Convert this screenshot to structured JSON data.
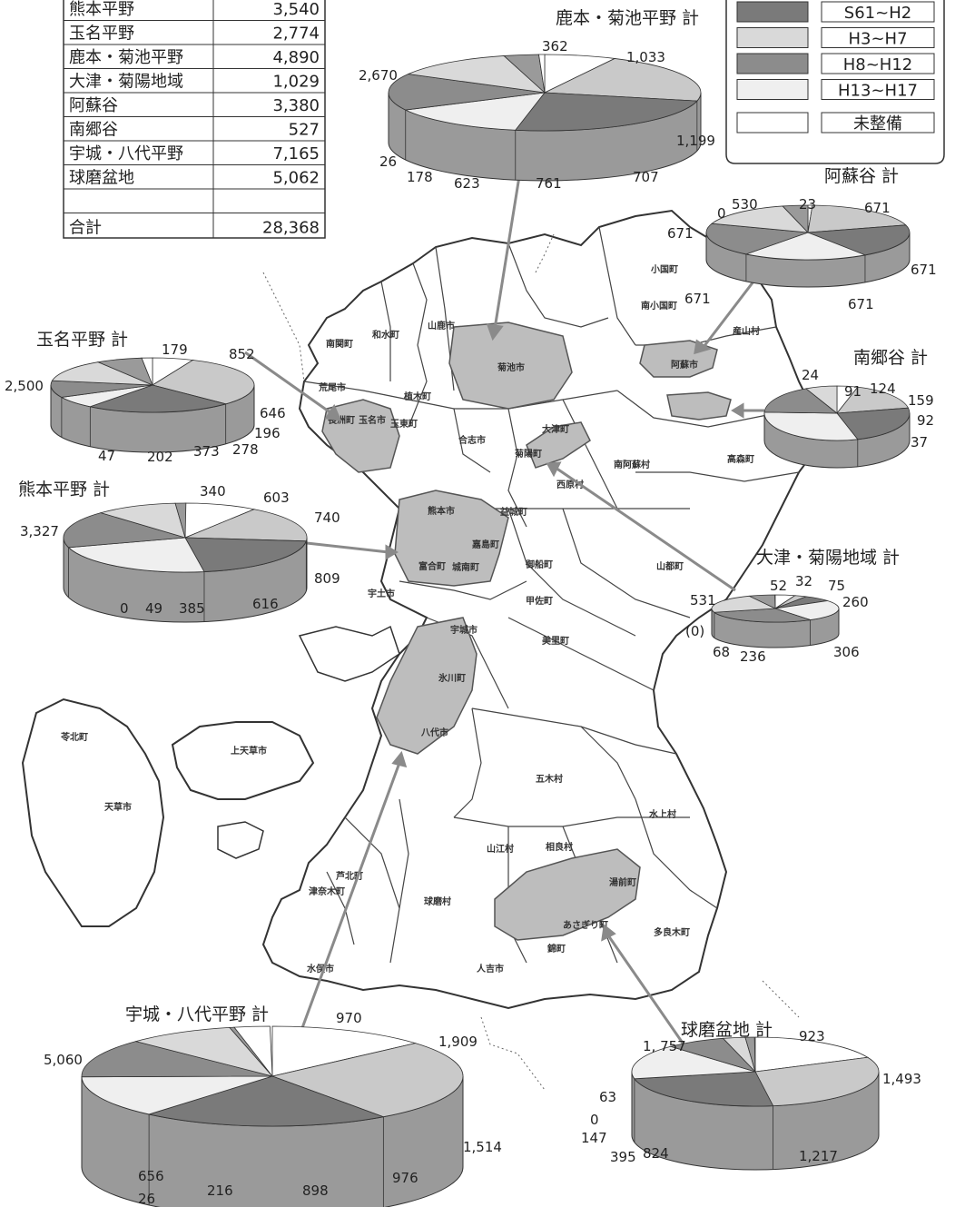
{
  "summary_table": {
    "rows": [
      {
        "name": "熊本平野",
        "value": "3,540"
      },
      {
        "name": "玉名平野",
        "value": "2,774"
      },
      {
        "name": "鹿本・菊池平野",
        "value": "4,890"
      },
      {
        "name": "大津・菊陽地域",
        "value": "1,029"
      },
      {
        "name": "阿蘇谷",
        "value": "3,380"
      },
      {
        "name": "南郷谷",
        "value": "527"
      },
      {
        "name": "宇城・八代平野",
        "value": "7,165"
      },
      {
        "name": "球磨盆地",
        "value": "5,062"
      },
      {
        "name": "",
        "value": ""
      }
    ],
    "total_label": "合計",
    "total_value": "28,368"
  },
  "legend": {
    "items": [
      {
        "label": "S61~H2",
        "color": "#7a7a7a"
      },
      {
        "label": "H3~H7",
        "color": "#d9d9d9"
      },
      {
        "label": "H8~H12",
        "color": "#8c8c8c"
      },
      {
        "label": "H13~H17",
        "color": "#efefef"
      },
      {
        "label": "未整備",
        "color": "#ffffff"
      }
    ]
  },
  "regions": {
    "kamoto": {
      "title": "鹿本・菊池平野 計",
      "labels": [
        "362",
        "1,033",
        "1,199",
        "707",
        "761",
        "623",
        "178",
        "26",
        "2,670"
      ]
    },
    "aso": {
      "title": "阿蘇谷 計",
      "labels": [
        "0",
        "530",
        "23",
        "671",
        "671",
        "671",
        "671",
        "671"
      ]
    },
    "tamana": {
      "title": "玉名平野 計",
      "labels": [
        "179",
        "852",
        "2,500",
        "646",
        "196",
        "278",
        "373",
        "202",
        "47"
      ]
    },
    "nango": {
      "title": "南郷谷 計",
      "labels": [
        "24",
        "91",
        "124",
        "159",
        "92",
        "37"
      ]
    },
    "kumamoto": {
      "title": "熊本平野 計",
      "labels": [
        "340",
        "603",
        "740",
        "3,327",
        "809",
        "616",
        "385",
        "49",
        "0"
      ]
    },
    "otsu": {
      "title": "大津・菊陽地域 計",
      "labels": [
        "52",
        "32",
        "75",
        "260",
        "531",
        "(0)",
        "68",
        "236",
        "306"
      ]
    },
    "uki": {
      "title": "宇城・八代平野 計",
      "labels": [
        "970",
        "1,909",
        "5,060",
        "1,514",
        "976",
        "898",
        "656",
        "26",
        "216"
      ]
    },
    "kuma": {
      "title": "球磨盆地 計",
      "labels": [
        "1, 757",
        "923",
        "1,493",
        "63",
        "0",
        "147",
        "395",
        "824",
        "1,217"
      ]
    }
  },
  "towns": [
    "小国町",
    "南小国町",
    "産山村",
    "阿蘇市",
    "南関町",
    "和水町",
    "山鹿市",
    "菊池市",
    "荒尾市",
    "長洲町",
    "玉名市",
    "玉東町",
    "植木町",
    "合志市",
    "大津町",
    "菊陽町",
    "西原村",
    "南阿蘇村",
    "高森町",
    "熊本市",
    "益城町",
    "嘉島町",
    "富合町",
    "城南町",
    "御船町",
    "宇土市",
    "甲佐町",
    "山都町",
    "美里町",
    "宇城市",
    "氷川町",
    "八代市",
    "苓北町",
    "上天草市",
    "天草市",
    "五木村",
    "水上村",
    "山江村",
    "相良村",
    "湯前町",
    "芦北町",
    "津奈木町",
    "球磨村",
    "あさぎり町",
    "多良木町",
    "錦町",
    "人吉市",
    "水俣市"
  ]
}
